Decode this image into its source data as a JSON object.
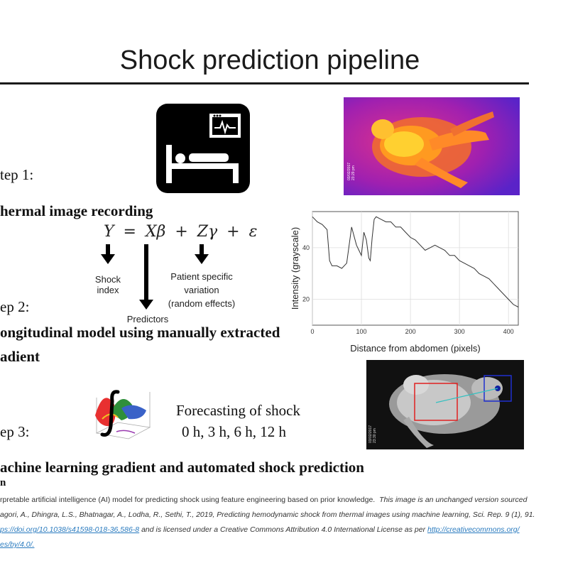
{
  "slide": {
    "title": "Shock prediction pipeline",
    "step1": {
      "label": "tep 1:",
      "desc": "hermal image recording"
    },
    "step2": {
      "label": "ep 2:",
      "desc_line1": "ongitudinal model using manually extracted",
      "desc_line2": "adient"
    },
    "step3": {
      "label": "ep 3:",
      "desc": "achine learning gradient and automated shock prediction"
    },
    "equation": "Y = Xβ + Zγ + ε",
    "eq_labels": {
      "shock_index_1": "Shock",
      "shock_index_2": "index",
      "predictors": "Predictors",
      "patient_1": "Patient specific",
      "patient_2": "variation",
      "patient_3": "(random effects)"
    },
    "forecast": {
      "line1": "Forecasting of shock",
      "line2": "0 h, 3 h, 6 h, 12 h"
    },
    "stray_char": "n",
    "icons": {
      "monitor": "patient-bed-monitor-icon",
      "math": "integral-3d-plot-icon"
    }
  },
  "thermal_image": {
    "timestamp": "03/02/2017\n23:29 pm"
  },
  "gray_image": {
    "timestamp": "03/02/2017\n23:30 pm"
  },
  "chart_data": {
    "type": "line",
    "xlabel": "Distance from abdomen (pixels)",
    "ylabel": "Intensity (grayscale)",
    "xlim": [
      0,
      420
    ],
    "ylim": [
      10,
      54
    ],
    "xticks": [
      "0",
      "100",
      "200",
      "300",
      "400"
    ],
    "yticks": [
      "20",
      "40"
    ],
    "x": [
      0,
      10,
      20,
      30,
      35,
      40,
      45,
      50,
      60,
      70,
      80,
      90,
      100,
      105,
      110,
      115,
      118,
      122,
      126,
      130,
      140,
      150,
      160,
      170,
      180,
      190,
      200,
      210,
      220,
      230,
      240,
      250,
      260,
      270,
      280,
      290,
      300,
      310,
      320,
      330,
      340,
      350,
      360,
      370,
      380,
      390,
      400,
      410,
      420
    ],
    "y": [
      52,
      50,
      49,
      47,
      35,
      33,
      33,
      33,
      32,
      34,
      48,
      41,
      37,
      46,
      43,
      36,
      35,
      44,
      51,
      52,
      51,
      50,
      50,
      48,
      48,
      46,
      44,
      43,
      41,
      39,
      40,
      41,
      40,
      39,
      37,
      37,
      35,
      34,
      33,
      32,
      30,
      29,
      28,
      26,
      24,
      22,
      20,
      18,
      17
    ]
  },
  "footnote": {
    "l1a": "rpretable artificial intelligence (AI) model for predicting shock using feature engineering based on prior knowledge.",
    "l1b": "This image is an unchanged version sourced",
    "l2": "agori, A., Dhingra, L.S., Bhatnagar, A., Lodha, R., Sethi, T., 2019, Predicting hemodynamic shock from thermal images using machine learning, Sci. Rep. 9 (1), 91.",
    "l3a": "ps://doi.org/10.1038/s41598-018-36,586-8",
    "l3b": "and is licensed under a Creative Commons Attribution 4.0 International License as per",
    "l3c": "http://creativecommons.org/",
    "l4": "es/by/4.0/."
  }
}
